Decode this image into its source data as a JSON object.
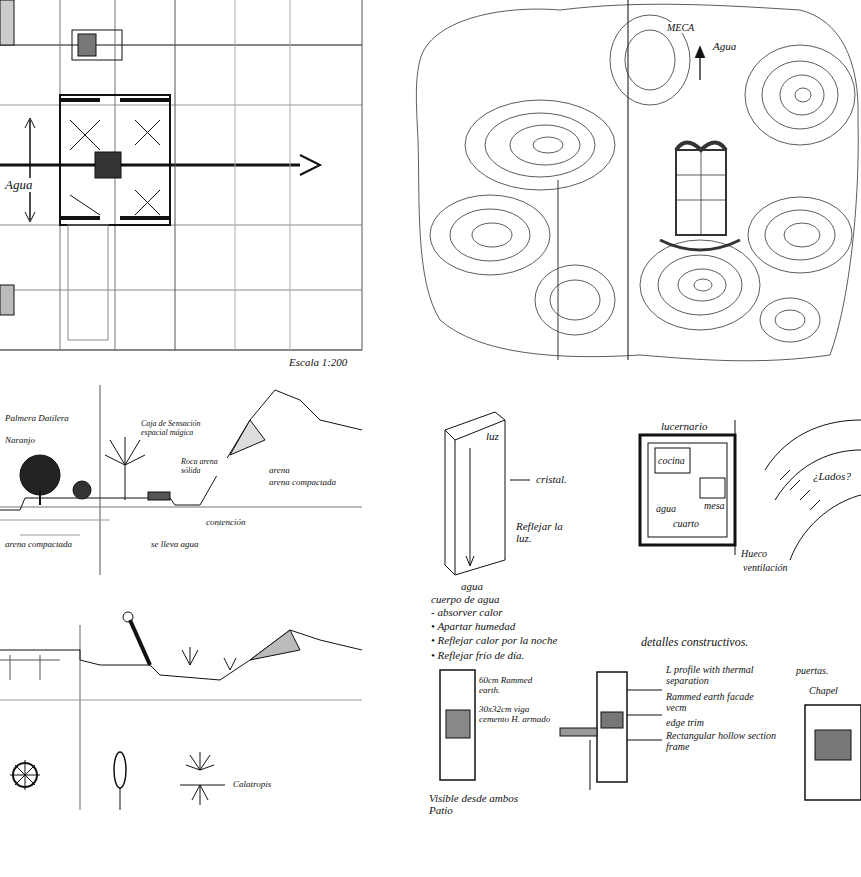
{
  "diagram": {
    "labels": [
      "Agua",
      "Escala 1:200",
      "Agua",
      "MECA",
      "Palmera Datilera",
      "Naranjo",
      "Caja de Sensación espacial mágica",
      "arena",
      "arena compactada",
      "Roca arena sólida",
      "contención",
      "se lleva agua",
      "arena compactada",
      "luz",
      "cristal.",
      "Reflejar la luz.",
      "agua",
      "cuerpo de agua",
      "- absorver calor",
      "• Apartar humedad",
      "• Reflejar calor por la noche",
      "• Reflejar frío de día.",
      "lucernario",
      "cocina",
      "mesa",
      "agua",
      "cuarto",
      "Hueco",
      "ventilación",
      "¿Lados?",
      "detalles constructivos.",
      "60cm Rammed earth.",
      "30x32cm viga cemento H. armado",
      "L profile with thermal separation",
      "Rammed earth facade vecm",
      "edge trim",
      "Rectangular hollow section frame",
      "Visible desde ambos Patio",
      "puertas.",
      "Chapel",
      "Calatropis"
    ]
  }
}
